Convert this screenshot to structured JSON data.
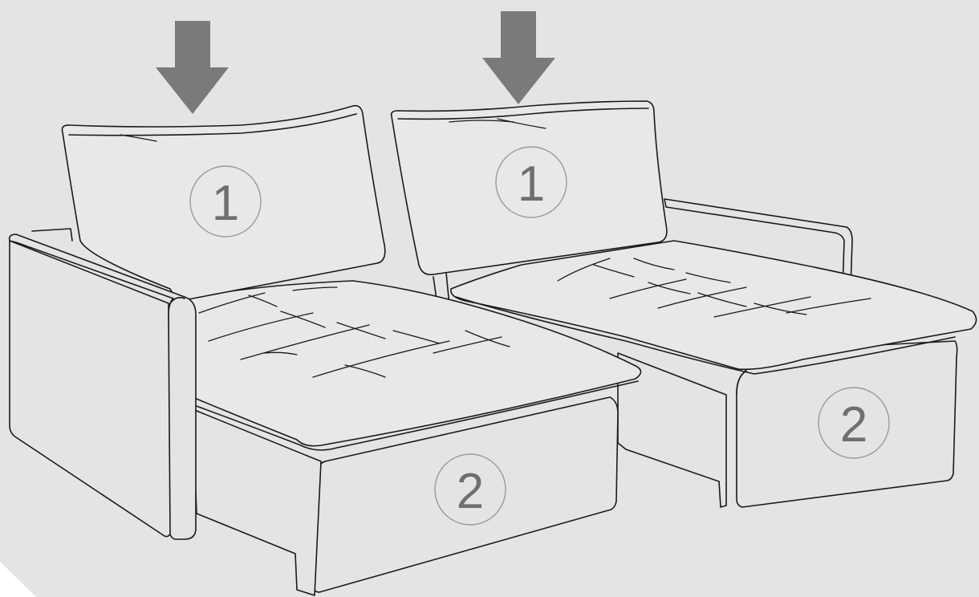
{
  "labels": {
    "left_backrest": "1",
    "right_backrest": "1",
    "left_seat_module": "2",
    "right_seat_module": "2"
  },
  "colors": {
    "background": "#e4e4e4",
    "arrow": "#7a7a7a",
    "line": "#1a1a1a",
    "label": "#6f6f6f"
  },
  "icons": [
    "down-arrow-icon",
    "down-arrow-icon"
  ]
}
